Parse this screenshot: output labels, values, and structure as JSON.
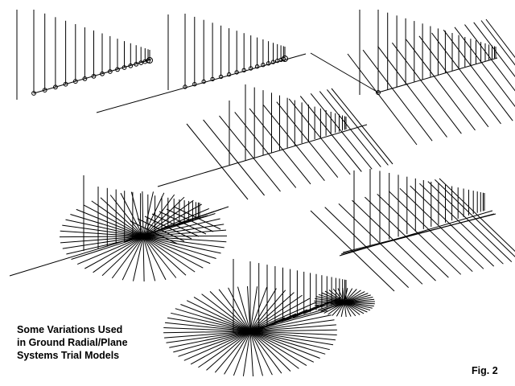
{
  "caption": {
    "lines": [
      "Some Variations Used",
      "in Ground Radial/Plane",
      "Systems Trial Models"
    ]
  },
  "figure_label": "Fig. 2",
  "colors": {
    "line": "#000000",
    "background": "#ffffff"
  }
}
